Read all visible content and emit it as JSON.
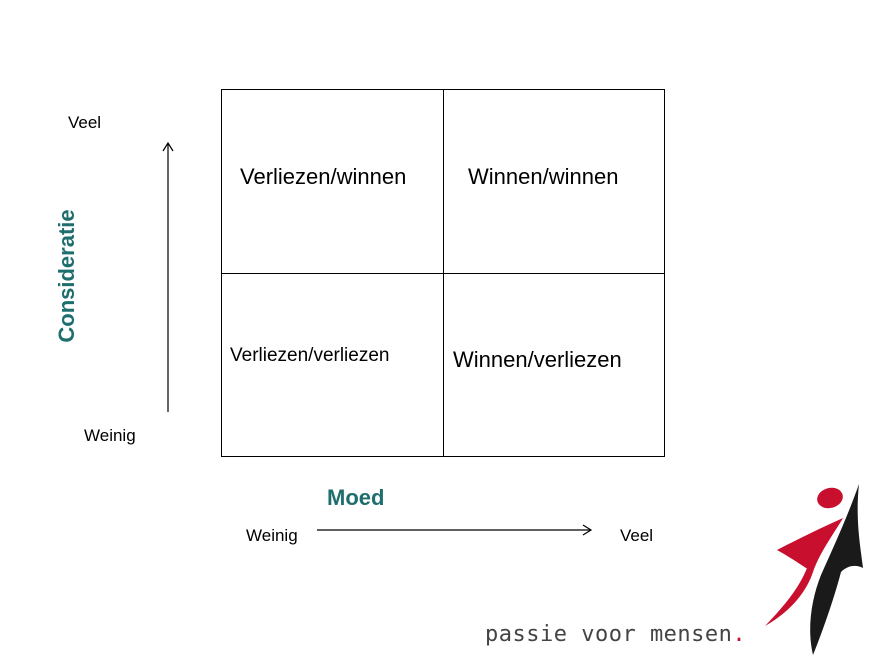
{
  "colors": {
    "axis_title": "#1e6e6e",
    "logo_red": "#c8102e",
    "logo_dark": "#1a1a1a",
    "brand_text": "#444444"
  },
  "y_axis": {
    "title": "Consideratie",
    "low_label": "Weinig",
    "high_label": "Veel"
  },
  "x_axis": {
    "title": "Moed",
    "low_label": "Weinig",
    "high_label": "Veel"
  },
  "quadrants": {
    "top_left": "Verliezen/winnen",
    "top_right": "Winnen/winnen",
    "bottom_left": "Verliezen/verliezen",
    "bottom_right": "Winnen/verliezen"
  },
  "branding": {
    "tagline": "passie voor mensen",
    "tagline_end": "."
  },
  "icons": {
    "up_arrow": "arrow-up-icon",
    "right_arrow": "arrow-right-icon",
    "logo": "passie-figure-logo"
  }
}
